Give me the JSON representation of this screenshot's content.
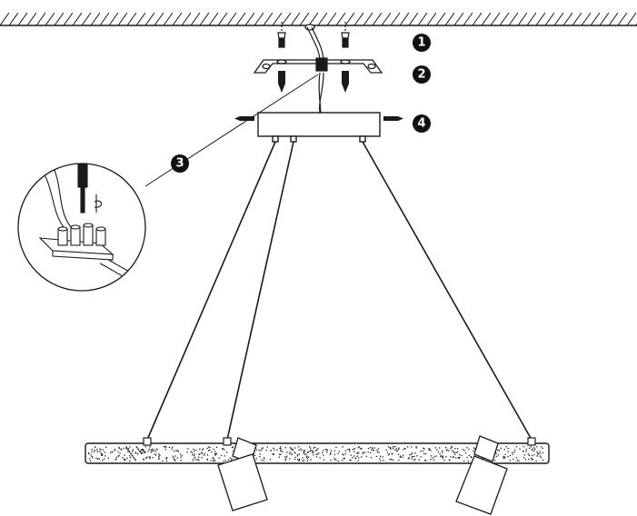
{
  "diagram": {
    "steps": [
      {
        "label": "1"
      },
      {
        "label": "2"
      },
      {
        "label": "3"
      },
      {
        "label": "4"
      }
    ],
    "colors": {
      "ink": "#1a1a1a",
      "background": "#ffffff",
      "badge": "#111111"
    }
  }
}
